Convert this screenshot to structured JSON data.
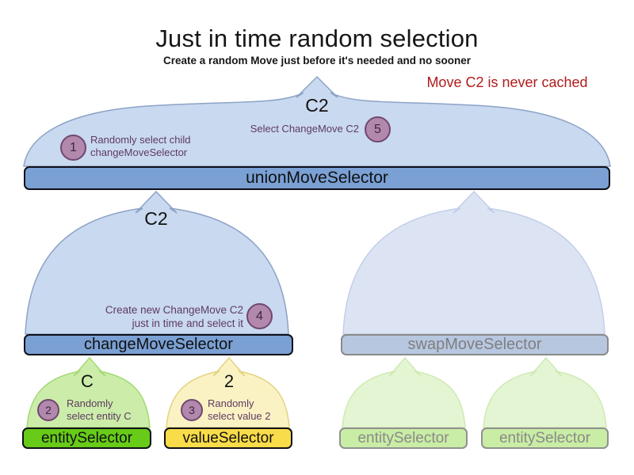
{
  "title": "Just in time random selection",
  "subtitle": "Create a random Move just before it's needed and no sooner",
  "note": "Move C2 is never cached",
  "colors": {
    "funnel_blue": "#c9d9ef",
    "funnel_blue_faded": "#dce4f4",
    "bar_blue": "#7aa0d4",
    "bar_blue_faded": "#b7c7e0",
    "funnel_green": "#cceda9",
    "funnel_green_faded": "#e4f5d3",
    "funnel_yellow": "#fbf2c4",
    "bar_green": "#67cb18",
    "bar_green_faded": "#c9eda5",
    "bar_yellow": "#f9dc49",
    "badge_purple": "#b288ad",
    "annotation_purple": "#5e3a63",
    "note_red": "#b01b1b"
  },
  "diagram": {
    "union": {
      "label": "unionMoveSelector",
      "output": "C2",
      "steps": [
        {
          "n": "1",
          "text": "Randomly select child\nchangeMoveSelector"
        },
        {
          "n": "5",
          "text": "Select ChangeMove C2"
        }
      ]
    },
    "change": {
      "label": "changeMoveSelector",
      "output": "C2",
      "step": {
        "n": "4",
        "text": "Create new ChangeMove C2\njust in time and select it"
      }
    },
    "swap": {
      "label": "swapMoveSelector"
    },
    "entity": {
      "label": "entitySelector",
      "output": "C",
      "step": {
        "n": "2",
        "text": "Randomly\nselect entity C"
      }
    },
    "value": {
      "label": "valueSelector",
      "output": "2",
      "step": {
        "n": "3",
        "text": "Randomly\nselect value 2"
      }
    },
    "faded_entity_1": {
      "label": "entitySelector"
    },
    "faded_entity_2": {
      "label": "entitySelector"
    }
  }
}
